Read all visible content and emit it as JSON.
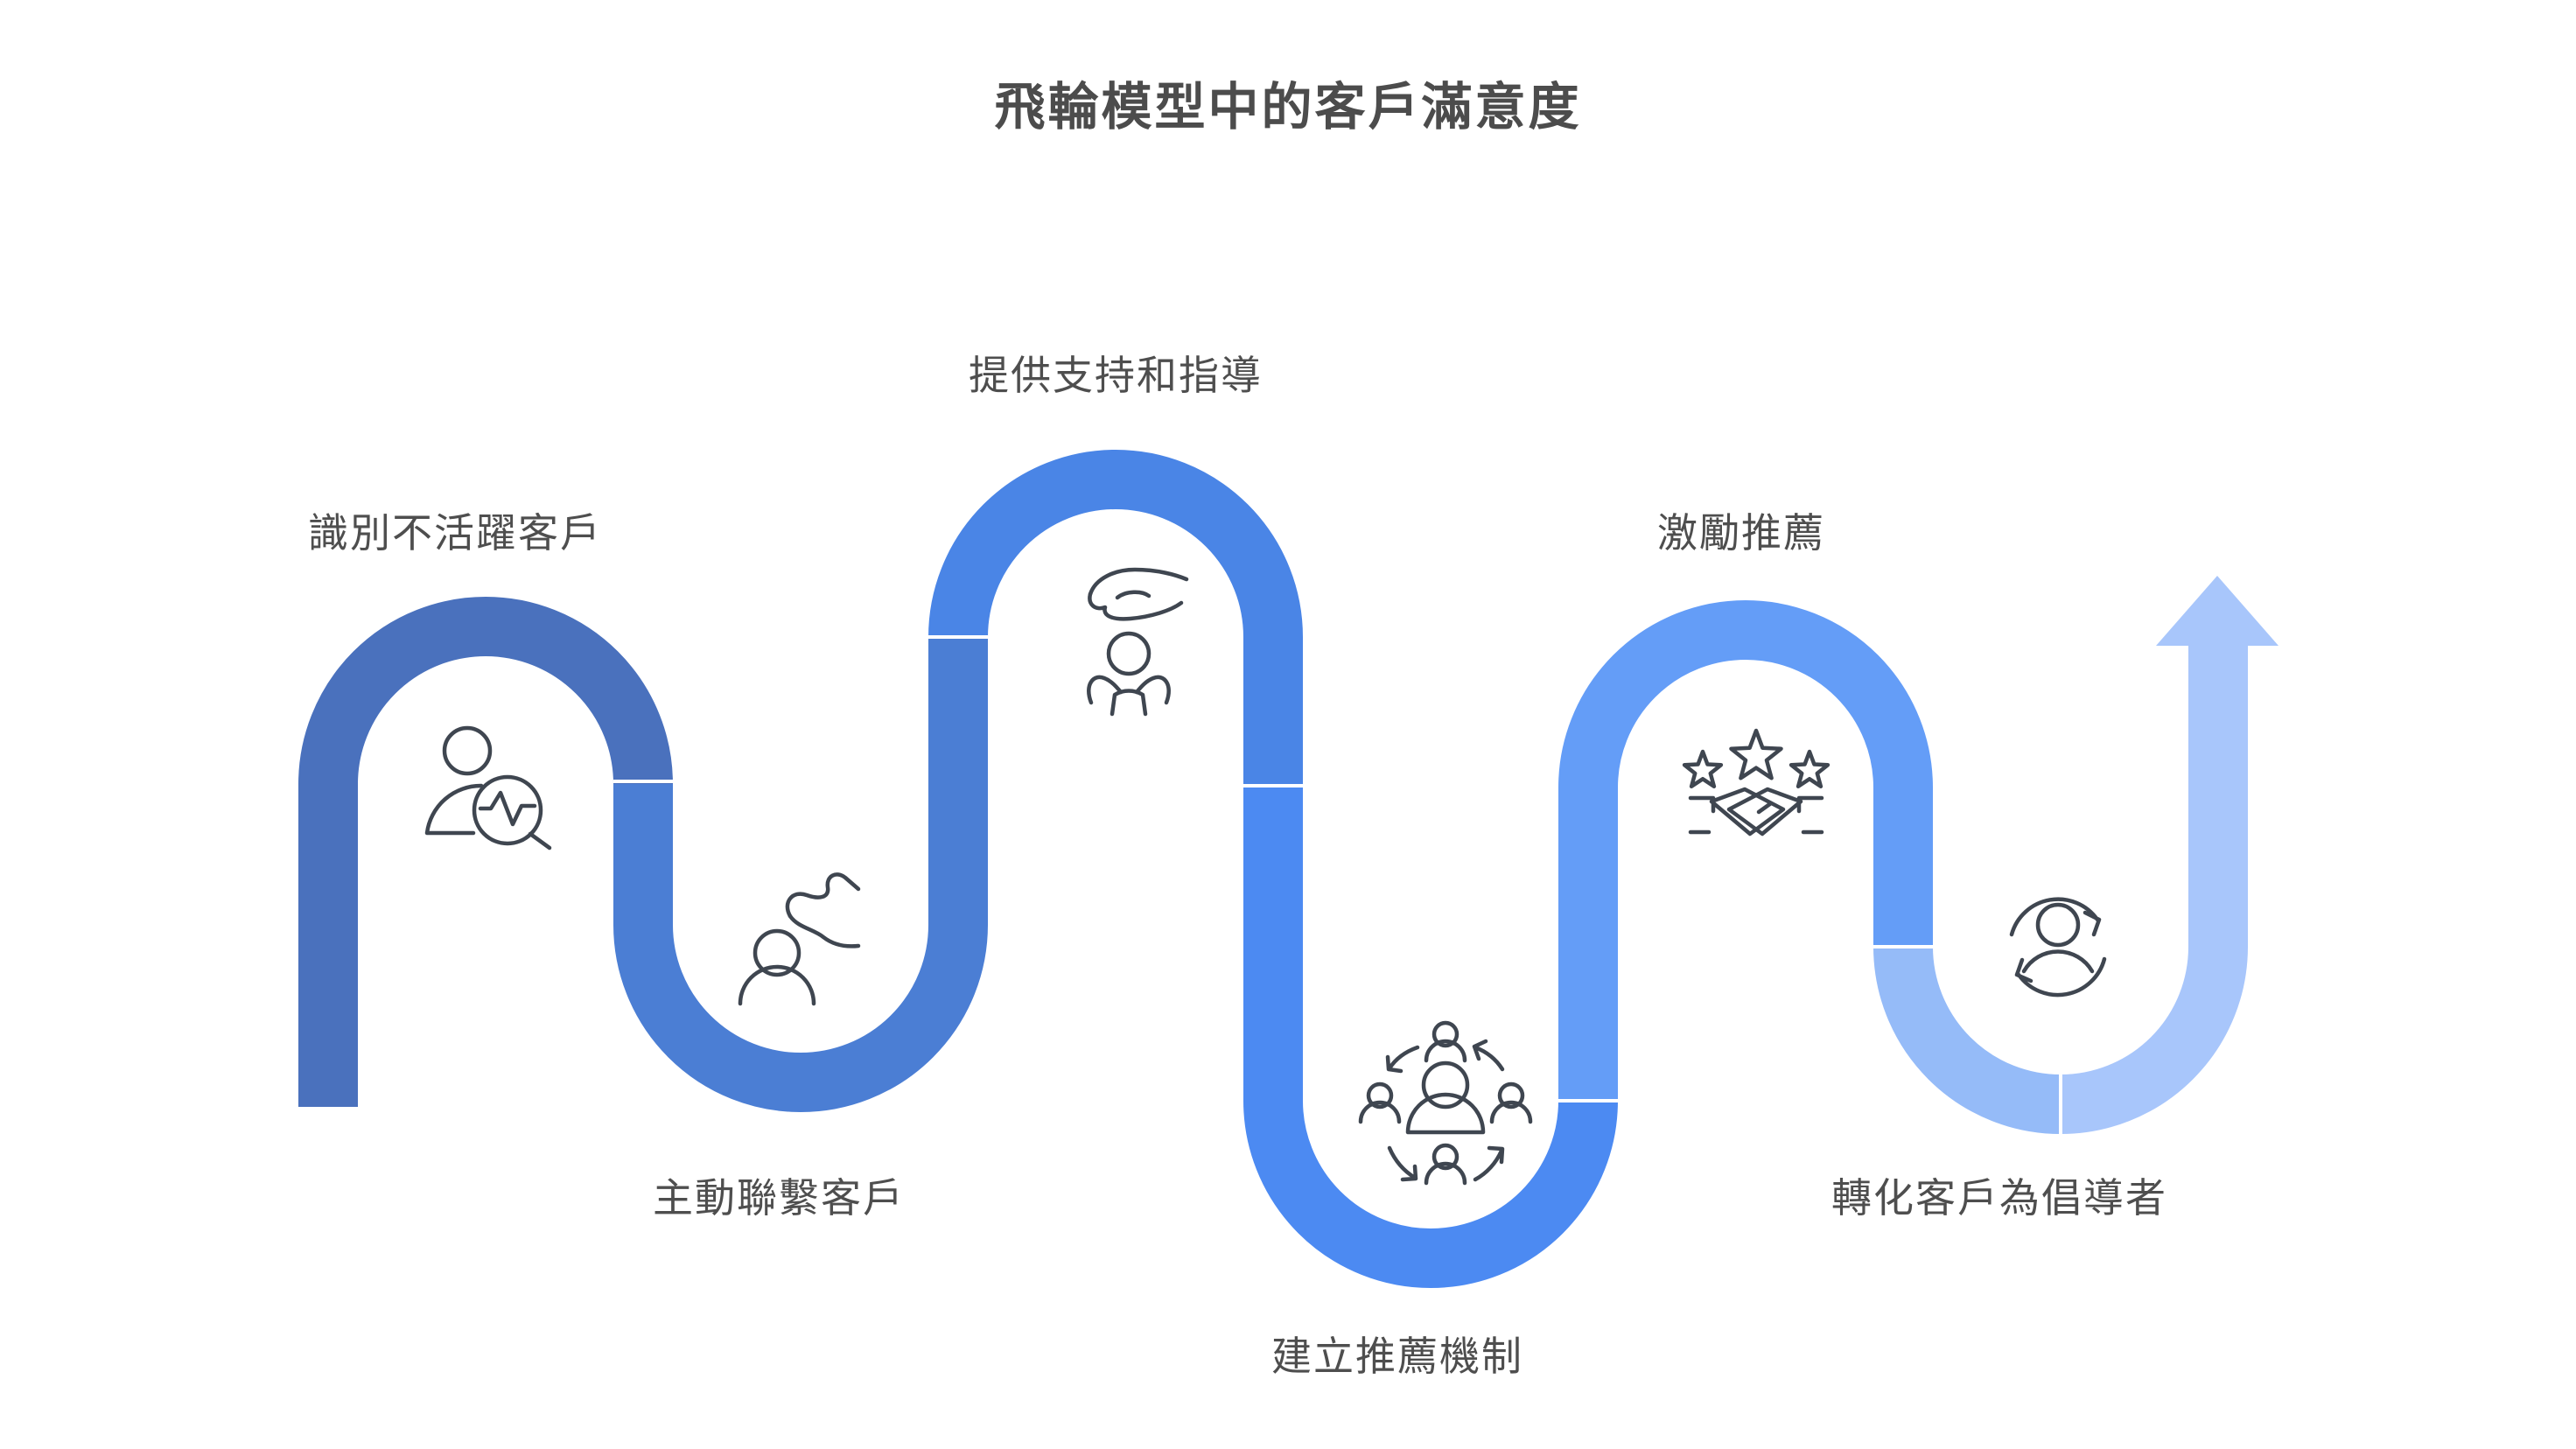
{
  "title": "飛輪模型中的客戶滿意度",
  "colors": {
    "background": "#ffffff",
    "title_text": "#4c4c4c",
    "label_text": "#4e4e4e",
    "icon_stroke": "#3f4650",
    "separator": "#ffffff"
  },
  "flywheel": {
    "type": "serpentine-journey-path",
    "direction": "left-to-right",
    "end_marker": "up-arrow",
    "arrow": {
      "color": "#a8c6fb",
      "direction": "up"
    }
  },
  "stages": [
    {
      "id": 1,
      "label": "識別不活躍客戶",
      "icon": "user-analytics-icon",
      "color": "#4a71bd",
      "label_position": "top"
    },
    {
      "id": 2,
      "label": "主動聯繫客戶",
      "icon": "user-outreach-icon",
      "color": "#4b7ed4",
      "label_position": "bottom"
    },
    {
      "id": 3,
      "label": "提供支持和指導",
      "icon": "hand-support-icon",
      "color": "#4a85e6",
      "label_position": "top"
    },
    {
      "id": 4,
      "label": "建立推薦機制",
      "icon": "referral-network-icon",
      "color": "#4c8af2",
      "label_position": "bottom"
    },
    {
      "id": 5,
      "label": "激勵推薦",
      "icon": "stars-handshake-icon",
      "color": "#649df7",
      "label_position": "top"
    },
    {
      "id": 6,
      "label": "轉化客戶為倡導者",
      "icon": "user-cycle-icon",
      "color": "#95bbf8",
      "label_position": "bottom"
    }
  ]
}
